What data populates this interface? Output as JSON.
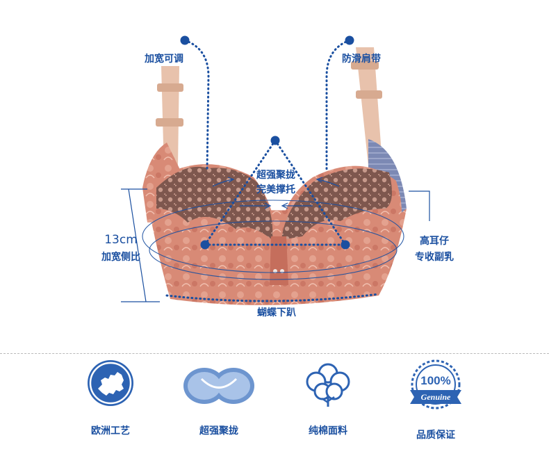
{
  "callouts": {
    "strap_adjust": "加宽可调",
    "strap_antislip": "防滑肩带",
    "push_up_1": "超强聚拢",
    "push_up_2": "完美撑托",
    "side_width": "13cm",
    "side_label": "加宽侧比",
    "high_side_1": "高耳仔",
    "high_side_2": "专收副乳",
    "underband": "蝴蝶下趴"
  },
  "features": [
    {
      "label": "欧洲工艺",
      "icon": "europe-map-icon"
    },
    {
      "label": "超强聚拢",
      "icon": "push-up-cups-icon"
    },
    {
      "label": "纯棉面料",
      "icon": "cotton-icon"
    },
    {
      "label": "品质保证",
      "icon": "quality-seal-icon"
    }
  ],
  "seal": {
    "percent": "100%",
    "ribbon": "Genuine"
  },
  "colors": {
    "accent": "#1a4fa0",
    "fabric": "#d98a78",
    "lace": "#8a5f55",
    "strap": "#e8c2ac"
  }
}
